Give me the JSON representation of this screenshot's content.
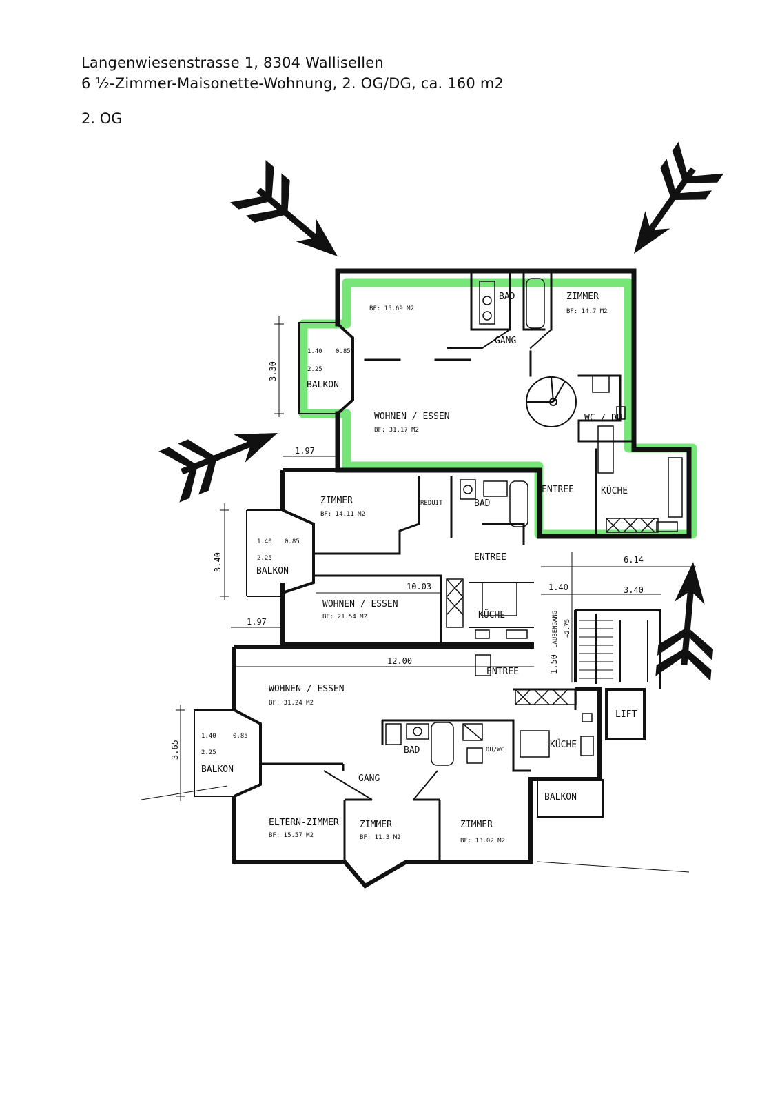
{
  "header": {
    "address": "Langenwiesenstrasse 1, 8304 Wallisellen",
    "description": "6 ½-Zimmer-Maisonette-Wohnung, 2. OG/DG, ca. 160 m2",
    "floor": "2. OG"
  },
  "colors": {
    "highlight": "#5fe05f",
    "walls": "#111111"
  },
  "plan": {
    "unit_top": {
      "room_a_area": "BF: 15.69 M2",
      "bath": "BAD",
      "room": "ZIMMER",
      "room_area": "BF: 14.7 M2",
      "corridor": "GANG",
      "living": "WOHNEN / ESSEN",
      "living_area": "BF: 31.17 M2",
      "wc": "WC / DU",
      "entry": "ENTREE",
      "kitchen": "KÜCHE",
      "balcony": "BALKON",
      "dim_a": "1.40",
      "dim_b": "0.85",
      "dim_c": "2.25",
      "dim_depth": "3.30",
      "dim_offset": "1.97"
    },
    "unit_mid": {
      "room": "ZIMMER",
      "room_area": "BF: 14.11 M2",
      "storage": "REDUIT",
      "bath": "BAD",
      "entry": "ENTREE",
      "living": "WOHNEN / ESSEN",
      "living_area": "BF: 21.54 M2",
      "kitchen": "KÜCHE",
      "balcony": "BALKON",
      "dim_a": "1.40",
      "dim_b": "0.85",
      "dim_c": "2.25",
      "dim_depth": "3.40",
      "dim_offset": "1.97",
      "dim_width": "10.03",
      "dim_right": "6.14",
      "dim_corr_w": "1.40",
      "dim_right2": "3.40",
      "dim_corr_h": "+2.75",
      "corridor_vert": "LAUBENGANG",
      "dim_corr_v": "1.50"
    },
    "unit_low": {
      "width": "12.00",
      "entry": "ENTREE",
      "living": "WOHNEN / ESSEN",
      "living_area": "BF: 31.24 M2",
      "lift": "LIFT",
      "bath": "BAD",
      "shower": "DU/WC",
      "kitchen": "KÜCHE",
      "corridor": "GANG",
      "balcony_left": "BALKON",
      "balcony_right": "BALKON",
      "parents": "ELTERN-ZIMMER",
      "parents_area": "BF: 15.57 M2",
      "room_mid": "ZIMMER",
      "room_mid_area": "BF: 11.3 M2",
      "room_right": "ZIMMER",
      "room_right_area": "BF: 13.02 M2",
      "dim_a": "1.40",
      "dim_b": "0.85",
      "dim_c": "2.25",
      "dim_depth": "3.65"
    }
  }
}
